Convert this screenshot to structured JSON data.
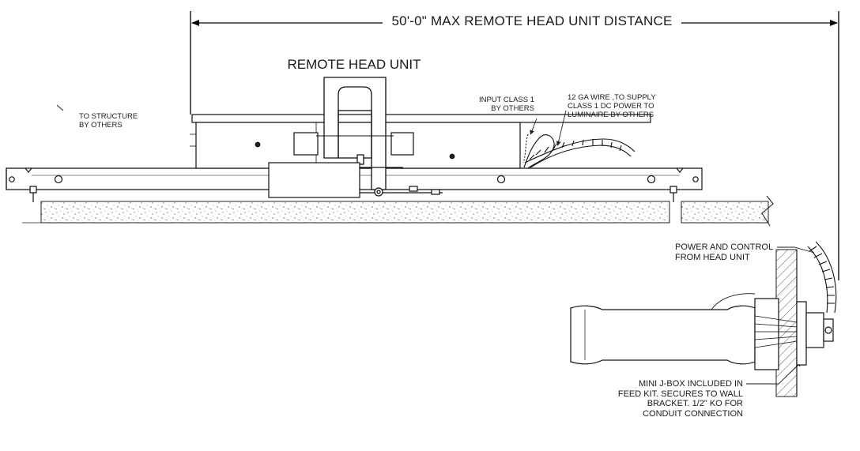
{
  "dimension_label": "50'-0\" MAX REMOTE HEAD UNIT DISTANCE",
  "title": "REMOTE HEAD UNIT",
  "notes": {
    "structure": [
      "TO STRUCTURE",
      "BY OTHERS"
    ],
    "input": [
      "INPUT CLASS 1",
      "BY OTHERS"
    ],
    "wire": [
      "12 GA WIRE ,TO SUPPLY",
      "CLASS 1 DC POWER TO",
      "LUMINAIRE BY OTHERS"
    ],
    "power": [
      "POWER AND CONTROL",
      "FROM HEAD UNIT"
    ],
    "jbox": [
      "MINI J-BOX INCLUDED IN",
      "FEED KIT. SECURES TO WALL",
      "BRACKET.  1/2\" KO FOR",
      "CONDUIT CONNECTION"
    ]
  }
}
